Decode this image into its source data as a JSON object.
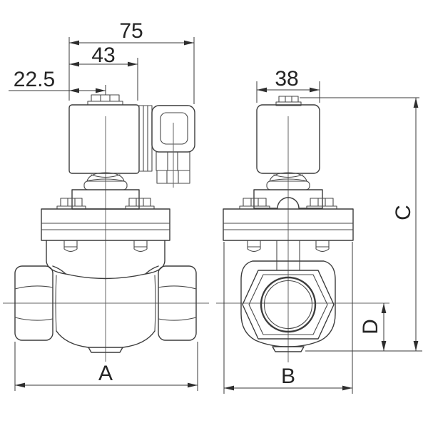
{
  "drawing_type": "solenoid-valve-dimensional-drawing",
  "colors": {
    "line": "#3c3c3c",
    "detail": "#4a4a4a",
    "center": "#666666",
    "dim": "#3a3a3a",
    "arrow": "#2e2e2e",
    "text": "#242424",
    "bg": "#ffffff"
  },
  "views": {
    "front": {
      "dims": {
        "overall_top_width": "75",
        "coil_width": "43",
        "center_offset": "22.5",
        "body_width": "A"
      }
    },
    "side": {
      "dims": {
        "coil_depth": "38",
        "base_width": "B",
        "total_height": "C",
        "center_to_base": "D"
      }
    }
  }
}
